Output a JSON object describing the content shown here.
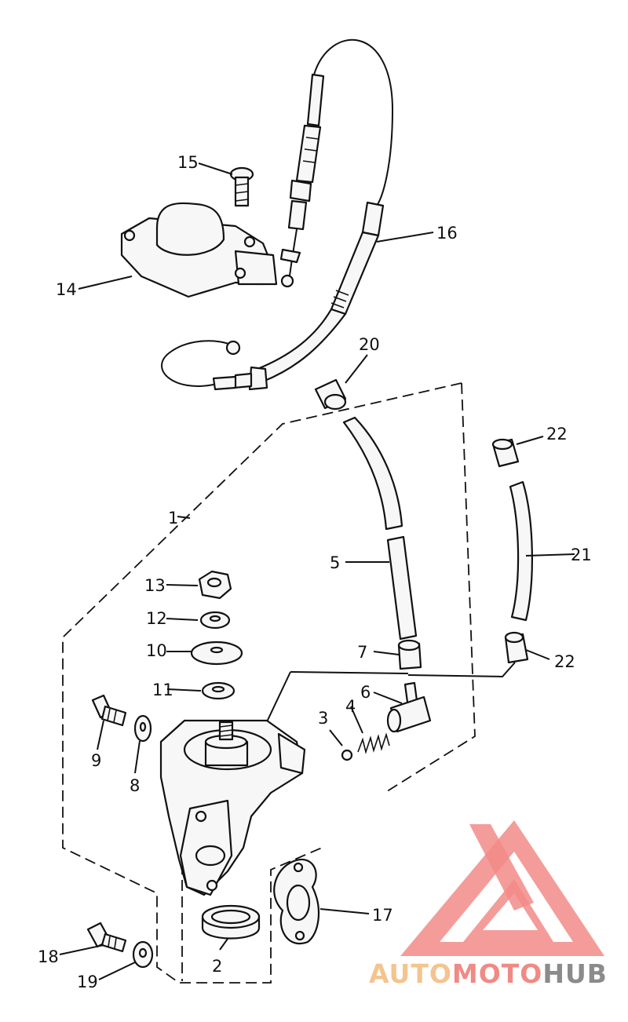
{
  "diagram": {
    "callouts": {
      "p1": "1",
      "p2": "2",
      "p3": "3",
      "p4": "4",
      "p5": "5",
      "p6": "6",
      "p7": "7",
      "p8": "8",
      "p9": "9",
      "p10": "10",
      "p11": "11",
      "p12": "12",
      "p13": "13",
      "p14": "14",
      "p15": "15",
      "p16": "16",
      "p17": "17",
      "p18": "18",
      "p19": "19",
      "p20": "20",
      "p21": "21",
      "p22a": "22",
      "p22b": "22"
    }
  },
  "watermark": {
    "part1": "AUTO",
    "part2": "MOTO",
    "part3": "HUB",
    "colors": {
      "triangle": "#f28b87",
      "auto": "#f4c48f",
      "moto": "#f08a85",
      "hub": "#8b8b8b"
    }
  }
}
